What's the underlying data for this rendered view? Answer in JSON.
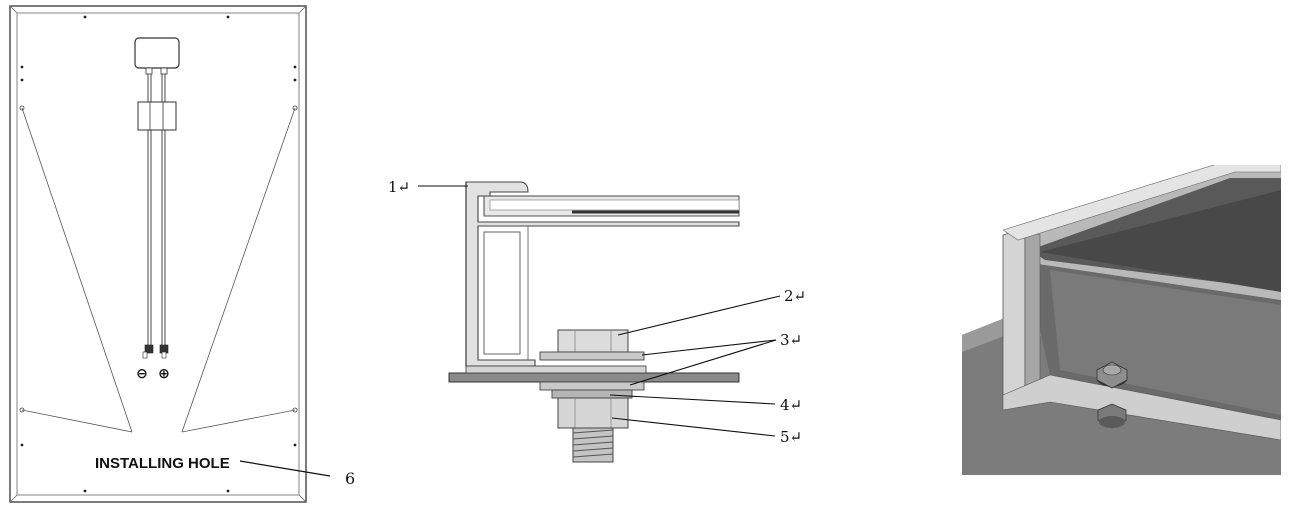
{
  "panel_back": {
    "installing_hole_label": "INSTALLING HOLE",
    "callout_number": "6",
    "negative_terminal": "⊖",
    "positive_terminal": "⊕",
    "icon": "solar-panel-back-view"
  },
  "cross_section": {
    "callouts": [
      {
        "id": "frame",
        "text": "1↵"
      },
      {
        "id": "bolt",
        "text": "2↵"
      },
      {
        "id": "washers",
        "text": "3↵"
      },
      {
        "id": "spring-washer",
        "text": "4↵"
      },
      {
        "id": "nut",
        "text": "5↵"
      }
    ],
    "icon": "frame-bolt-cross-section"
  },
  "render_3d": {
    "icon": "frame-mounting-3d-view"
  },
  "colors": {
    "line": "#333333",
    "frame_fill": "#d9d9d9",
    "metal_dark": "#6e6e6e",
    "metal_mid": "#9a9a9a",
    "metal_light": "#c8c8c8"
  }
}
